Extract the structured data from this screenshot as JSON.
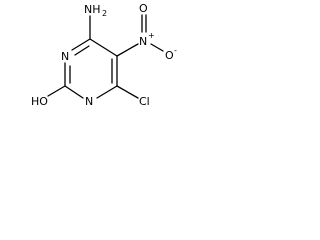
{
  "molecule": {
    "atoms": {
      "amino": "NH",
      "amino_sub": "2",
      "nitro_n": "N",
      "nitro_plus": "+",
      "nitro_o_top": "O",
      "nitro_o_right": "O",
      "nitro_o_right_charge": "-",
      "ring_n_top": "N",
      "ring_n_bottom": "N",
      "hydroxyl": "HO",
      "chloro": "Cl"
    }
  }
}
